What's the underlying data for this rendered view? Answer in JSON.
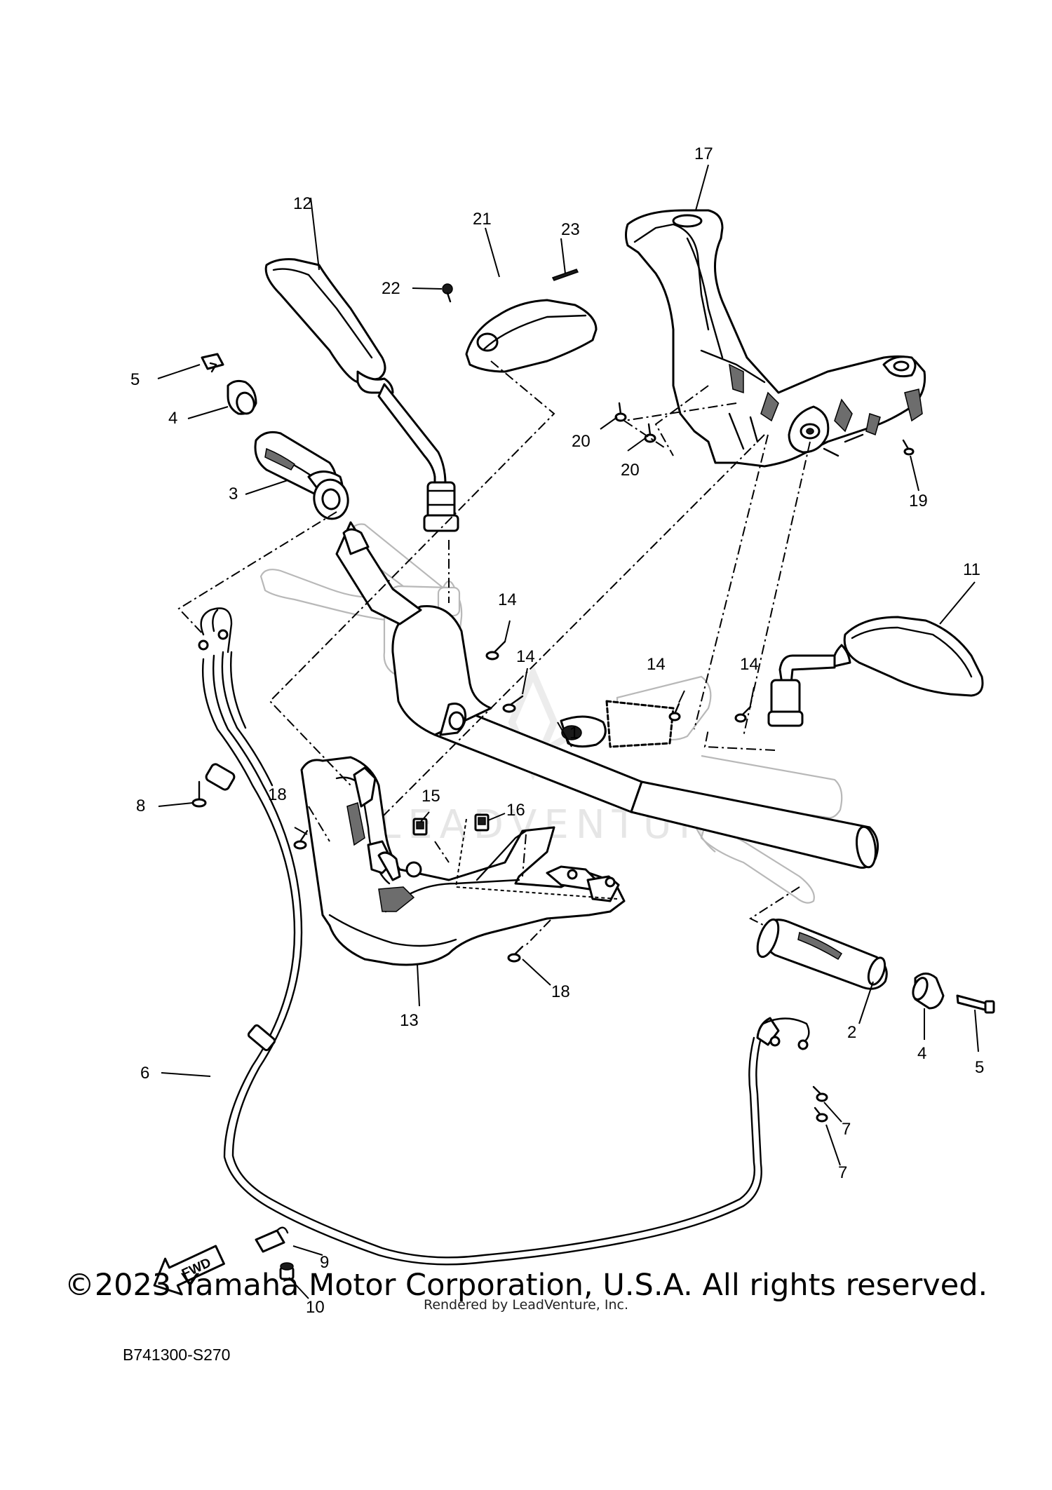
{
  "diagram": {
    "code": "B741300-S270",
    "direction_label": "FWD",
    "watermark": "LEADVENTURE",
    "callouts": [
      {
        "id": "c1",
        "label": "1"
      },
      {
        "id": "c2",
        "label": "2"
      },
      {
        "id": "c3",
        "label": "3"
      },
      {
        "id": "c4a",
        "label": "4"
      },
      {
        "id": "c4b",
        "label": "4"
      },
      {
        "id": "c5a",
        "label": "5"
      },
      {
        "id": "c5b",
        "label": "5"
      },
      {
        "id": "c6",
        "label": "6"
      },
      {
        "id": "c7a",
        "label": "7"
      },
      {
        "id": "c7b",
        "label": "7"
      },
      {
        "id": "c8",
        "label": "8"
      },
      {
        "id": "c9",
        "label": "9"
      },
      {
        "id": "c10",
        "label": "10"
      },
      {
        "id": "c11",
        "label": "11"
      },
      {
        "id": "c12",
        "label": "12"
      },
      {
        "id": "c13",
        "label": "13"
      },
      {
        "id": "c14a",
        "label": "14"
      },
      {
        "id": "c14b",
        "label": "14"
      },
      {
        "id": "c14c",
        "label": "14"
      },
      {
        "id": "c14d",
        "label": "14"
      },
      {
        "id": "c15",
        "label": "15"
      },
      {
        "id": "c16",
        "label": "16"
      },
      {
        "id": "c17",
        "label": "17"
      },
      {
        "id": "c18a",
        "label": "18"
      },
      {
        "id": "c18b",
        "label": "18"
      },
      {
        "id": "c19",
        "label": "19"
      },
      {
        "id": "c20a",
        "label": "20"
      },
      {
        "id": "c20b",
        "label": "20"
      },
      {
        "id": "c21",
        "label": "21"
      },
      {
        "id": "c22",
        "label": "22"
      },
      {
        "id": "c23",
        "label": "23"
      }
    ]
  },
  "footer": {
    "copyright": "©2023 Yamaha Motor Corporation, U.S.A. All rights reserved.",
    "rendered_by": "Rendered by LeadVenture, Inc."
  }
}
